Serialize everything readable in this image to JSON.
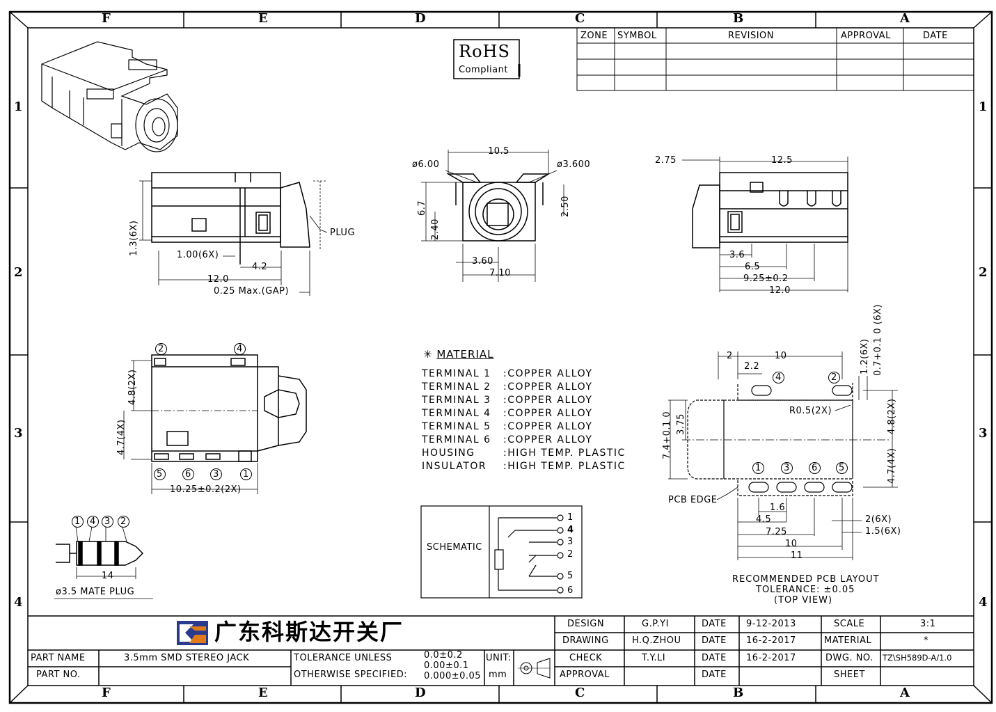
{
  "border": {
    "columns": [
      "F",
      "E",
      "D",
      "C",
      "B",
      "A"
    ],
    "rows": [
      "1",
      "2",
      "3",
      "4"
    ]
  },
  "revision_table": {
    "headers": [
      "ZONE",
      "SYMBOL",
      "REVISION",
      "APPROVAL",
      "DATE"
    ]
  },
  "rohs": {
    "main": "RoHS",
    "sub": "Compliant"
  },
  "dims": {
    "plug": "PLUG",
    "d_1_3": "1.3(6X)",
    "d_1_00": "1.00(6X)",
    "d_4_2": "4.2",
    "d_12_0": "12.0",
    "d_gap": "0.25 Max.(GAP)",
    "d_10_5": "10.5",
    "d_phi6": "ø6.00",
    "d_phi3_6": "ø3.600",
    "d_6_7": "6.7",
    "d_2_40": "2.40",
    "d_2_50": "2.50",
    "d_3_60": "3.60",
    "d_7_10": "7.10",
    "d_2_75": "2.75",
    "d_12_5": "12.5",
    "d_3_6": "3.6",
    "d_6_5": "6.5",
    "d_9_25": "9.25±0.2",
    "d_12_0b": "12.0",
    "d_4_8": "4.8(2X)",
    "d_4_7": "4.7(4X)",
    "d_10_25": "10.25±0.2(2X)",
    "d_14": "14",
    "mate_plug": "ø3.5 MATE PLUG",
    "p_2": "2",
    "p_2_2": "2.2",
    "p_10": "10",
    "p_1_2": "1.2(6X)",
    "p_0_7": "0.7+0.1 0 (6X)",
    "p_r05": "R0.5(2X)",
    "p_4_8": "4.8(2X)",
    "p_4_7": "4.7(4X)",
    "p_7_4": "7.4+0.1 0",
    "p_3_75": "3.75",
    "p_pcb_edge": "PCB EDGE",
    "p_1_6": "1.6",
    "p_4_5": "4.5",
    "p_7_25": "7.25",
    "p_10b": "10",
    "p_11": "11",
    "p_2_6x": "2(6X)",
    "p_1_5": "1.5(6X)"
  },
  "pins": {
    "side_top": [
      "2",
      "4"
    ],
    "side_bottom": [
      "5",
      "6",
      "3",
      "1"
    ],
    "plug": [
      "1",
      "4",
      "3",
      "2"
    ],
    "pcb_top": [
      "4",
      "2"
    ],
    "pcb_bottom": [
      "1",
      "3",
      "6",
      "5"
    ]
  },
  "material": {
    "title": "MATERIAL",
    "rows": [
      {
        "part": "TERMINAL 1",
        "mat": ":COPPER ALLOY"
      },
      {
        "part": "TERMINAL 2",
        "mat": ":COPPER ALLOY"
      },
      {
        "part": "TERMINAL 3",
        "mat": ":COPPER ALLOY"
      },
      {
        "part": "TERMINAL 4",
        "mat": ":COPPER ALLOY"
      },
      {
        "part": "TERMINAL 5",
        "mat": ":COPPER ALLOY"
      },
      {
        "part": "TERMINAL 6",
        "mat": ":COPPER ALLOY"
      },
      {
        "part": "HOUSING",
        "mat": ":HIGH TEMP. PLASTIC"
      },
      {
        "part": "INSULATOR",
        "mat": ":HIGH TEMP. PLASTIC"
      }
    ]
  },
  "schematic": {
    "label": "SCHEMATIC",
    "pins": [
      "1",
      "4",
      "3",
      "2",
      "5",
      "6"
    ]
  },
  "pcb_layout": {
    "title": "RECOMMENDED PCB LAYOUT",
    "tolerance": "TOLERANCE: ±0.05",
    "view": "(TOP VIEW)"
  },
  "title_block": {
    "company": "广东科斯达开关厂",
    "part_name_label": "PART NAME",
    "part_name": "3.5mm SMD STEREO JACK",
    "part_no_label": "PART NO.",
    "part_no": "",
    "tol_label1": "TOLERANCE UNLESS",
    "tol_label2": "OTHERWISE SPECIFIED:",
    "tol_v1": "0.0±0.2",
    "tol_v2": "0.00±0.1",
    "tol_v3": "0.000±0.05",
    "unit_label": "UNIT:",
    "unit": "mm",
    "design_label": "DESIGN",
    "design": "G.P.YI",
    "drawing_label": "DRAWING",
    "drawing": "H.Q.ZHOU",
    "check_label": "CHECK",
    "check": "T.Y.LI",
    "approval_label": "APPROVAL",
    "approval": "",
    "date_label": "DATE",
    "date1": "9-12-2013",
    "date2": "16-2-2017",
    "date3": "16-2-2017",
    "date4": "",
    "scale_label": "SCALE",
    "scale": "3:1",
    "material_label": "MATERIAL",
    "material": "*",
    "dwg_label": "DWG. NO.",
    "dwg": "TZ\\SH589D-A/1.0",
    "sheet_label": "SHEET",
    "sheet": ""
  }
}
